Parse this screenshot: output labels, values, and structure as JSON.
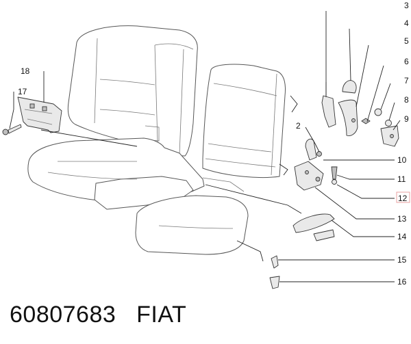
{
  "footer": {
    "part_number": "60807683",
    "brand": "FIAT"
  },
  "callouts": [
    {
      "id": "3",
      "text": "3"
    },
    {
      "id": "4",
      "text": "4"
    },
    {
      "id": "5",
      "text": "5"
    },
    {
      "id": "6",
      "text": "6"
    },
    {
      "id": "7",
      "text": "7"
    },
    {
      "id": "8",
      "text": "8"
    },
    {
      "id": "9",
      "text": "9"
    },
    {
      "id": "2",
      "text": "2"
    },
    {
      "id": "10",
      "text": "10"
    },
    {
      "id": "11",
      "text": "11"
    },
    {
      "id": "12",
      "text": "12",
      "highlighted": true
    },
    {
      "id": "13",
      "text": "13"
    },
    {
      "id": "14",
      "text": "14"
    },
    {
      "id": "15",
      "text": "15"
    },
    {
      "id": "16",
      "text": "16"
    },
    {
      "id": "17",
      "text": "17"
    },
    {
      "id": "18",
      "text": "18"
    }
  ],
  "colors": {
    "line": "#555555",
    "part_fill": "#e9e9e9",
    "highlight_box": "#e8a0a0"
  }
}
